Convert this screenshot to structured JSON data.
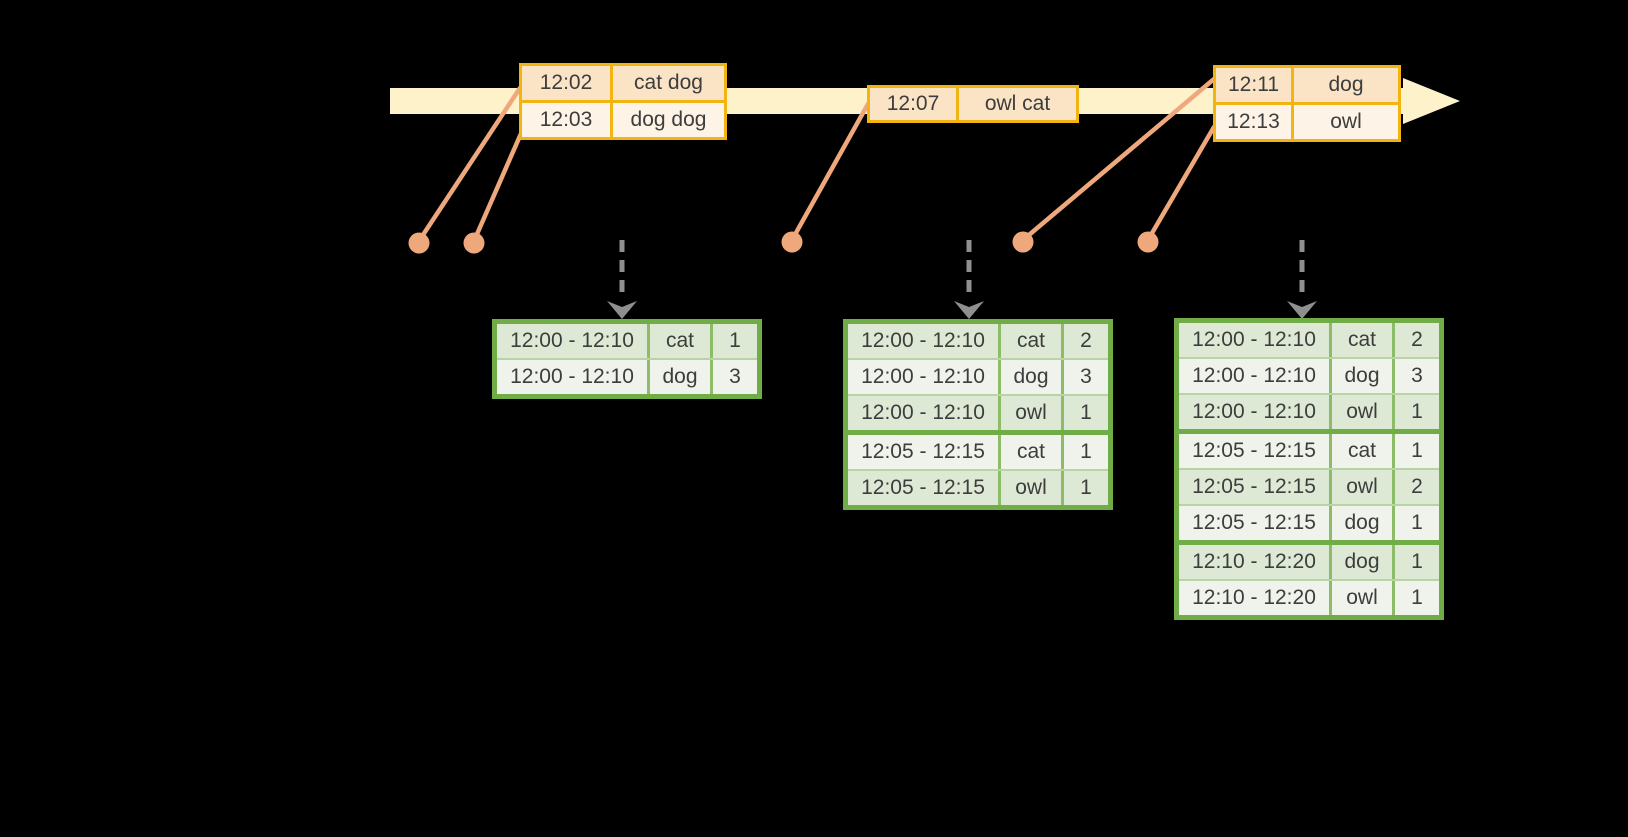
{
  "event_tables": [
    {
      "rows": [
        {
          "time": "12:02",
          "words": "cat dog"
        },
        {
          "time": "12:03",
          "words": "dog dog"
        }
      ]
    },
    {
      "rows": [
        {
          "time": "12:07",
          "words": "owl cat"
        }
      ]
    },
    {
      "rows": [
        {
          "time": "12:11",
          "words": "dog"
        },
        {
          "time": "12:13",
          "words": "owl"
        }
      ]
    }
  ],
  "result_tables": [
    {
      "rows": [
        {
          "window": "12:00 - 12:10",
          "word": "cat",
          "count": "1"
        },
        {
          "window": "12:00 - 12:10",
          "word": "dog",
          "count": "3"
        }
      ]
    },
    {
      "rows": [
        {
          "window": "12:00 - 12:10",
          "word": "cat",
          "count": "2"
        },
        {
          "window": "12:00 - 12:10",
          "word": "dog",
          "count": "3"
        },
        {
          "window": "12:00 - 12:10",
          "word": "owl",
          "count": "1"
        },
        {
          "window": "12:05 - 12:15",
          "word": "cat",
          "count": "1"
        },
        {
          "window": "12:05 - 12:15",
          "word": "owl",
          "count": "1"
        }
      ]
    },
    {
      "rows": [
        {
          "window": "12:00 - 12:10",
          "word": "cat",
          "count": "2"
        },
        {
          "window": "12:00 - 12:10",
          "word": "dog",
          "count": "3"
        },
        {
          "window": "12:00 - 12:10",
          "word": "owl",
          "count": "1"
        },
        {
          "window": "12:05 - 12:15",
          "word": "cat",
          "count": "1"
        },
        {
          "window": "12:05 - 12:15",
          "word": "owl",
          "count": "2"
        },
        {
          "window": "12:05 - 12:15",
          "word": "dog",
          "count": "1"
        },
        {
          "window": "12:10 - 12:20",
          "word": "dog",
          "count": "1"
        },
        {
          "window": "12:10 - 12:20",
          "word": "owl",
          "count": "1"
        }
      ]
    }
  ],
  "shapes": {
    "timeline_arrow": "pale-yellow right-pointing arrow band",
    "event_dot": "salmon filled circle on timeline",
    "connector_line": "salmon line from event dot to event table",
    "trigger_arrow": "gray dashed downward arrow onto result table"
  },
  "colors": {
    "background": "#000000",
    "timeline_band": "#fdf2ca",
    "event_table_border": "#f2b411",
    "event_row_dark": "#fbe3c6",
    "event_row_light": "#fdf3e6",
    "connector_salmon": "#efa87c",
    "trigger_arrow_gray": "#8f8f8f",
    "result_table_border": "#70ad47",
    "result_row_dark": "#dee9d5",
    "result_row_light": "#eff3eb",
    "table_text": "#3d3d3d"
  }
}
